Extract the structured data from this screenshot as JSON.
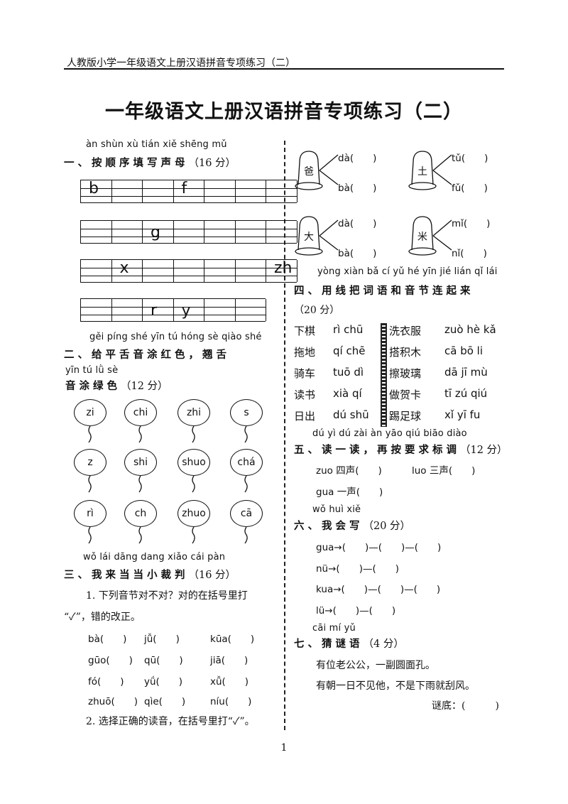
{
  "header": "人教版小学一年级语文上册汉语拼音专项练习（二）",
  "title": "一年级语文上册汉语拼音专项练习（二）",
  "page_number": "1",
  "s1": {
    "pinyin": "àn shùn xù tián xiě shēng mǔ",
    "heading": "一、按顺序填写声母",
    "score": "（16 分）",
    "rows": [
      [
        "b",
        "",
        "",
        "f",
        "",
        "",
        ""
      ],
      [
        "",
        "",
        "g",
        "",
        "",
        "",
        ""
      ],
      [
        "",
        "x",
        "",
        "",
        "",
        "",
        "zh"
      ],
      [
        "",
        "",
        "r",
        "y",
        "",
        ""
      ]
    ]
  },
  "s2": {
    "pinyin1": "gěi píng shé yīn tú hóng sè   qiào shé",
    "heading1": "二、给平舌音涂红色，翘舌",
    "pinyin2": "yīn tú lǜ sè",
    "heading2": "音涂绿色",
    "score": "（12 分）",
    "balloons": [
      "zi",
      "chi",
      "zhi",
      "s",
      "z",
      "shi",
      "shuo",
      "chá",
      "rì",
      "ch",
      "zhuo",
      "cā"
    ]
  },
  "s3": {
    "pinyin": "wǒ lái dāng dang xiǎo cái pàn",
    "heading": "三、我来当当小裁判",
    "score": "（16 分）",
    "q1a": "1. 下列音节对不对？对的在括号里打",
    "q1b": "“✓”，错的改正。",
    "items": [
      [
        "bà(　　)",
        "jǚ(　　)",
        "kūa(　　)"
      ],
      [
        "gūo(　　)",
        "qū(　　)",
        "jiā(　　)"
      ],
      [
        "fó(　　)",
        "yǘ(　　)",
        "xǚ(　　)"
      ],
      [
        "zhuō(　　)",
        "qìe(　　)",
        "níu(　　)"
      ]
    ],
    "q2": "2. 选择正确的读音，在括号里打“✓”。"
  },
  "bells": [
    {
      "char": "爸",
      "opts": [
        "dà(　　)",
        "bà(　　)"
      ]
    },
    {
      "char": "土",
      "opts": [
        "tǔ(　　)",
        "fǔ(　　)"
      ]
    },
    {
      "char": "大",
      "opts": [
        "dà(　　)",
        "bà(　　)"
      ]
    },
    {
      "char": "米",
      "opts": [
        "mǐ(　　)",
        "nǐ(　　)"
      ]
    }
  ],
  "s4": {
    "pinyin": "yòng xiàn bǎ cí yǔ hé yīn jié lián qǐ lái",
    "heading": "四、用线把词语和音节连起来",
    "score": "（20 分）",
    "rows": [
      [
        "下棋",
        "rì chū",
        "洗衣服",
        "zuò hè kǎ"
      ],
      [
        "拖地",
        "qí chē",
        "搭积木",
        "cā bō li"
      ],
      [
        "骑车",
        "tuō dì",
        "擦玻璃",
        "dā jī mù"
      ],
      [
        "读书",
        "xià qí",
        "做贺卡",
        "tī zú qiú"
      ],
      [
        "日出",
        "dú shū",
        "踢足球",
        "xǐ yī fu"
      ]
    ]
  },
  "s5": {
    "pinyin": "dú yì dú   zài àn yāo qiú biāo diào",
    "heading": "五、读一读，再按要求标调",
    "score": "（12 分）",
    "line1a": "zuo 四声(　　)",
    "line1b": "luo 三声(　　)",
    "line2": "gua 一声(　　)"
  },
  "s6": {
    "pinyin": "wǒ huì xiě",
    "heading": "六、我会写",
    "score": "（20 分）",
    "lines": [
      "gua→(　　)—(　　)—(　　)",
      "nü→(　　)—(　　)",
      "kua→(　　)—(　　)—(　　)",
      "lü→(　　)—(　　)"
    ]
  },
  "s7": {
    "pinyin": "cāi mí yǔ",
    "heading": "七、猜谜语",
    "score": "（4 分）",
    "line1": "有位老公公，一副圆面孔。",
    "line2": "有朝一日不见他，不是下雨就刮风。",
    "answer": "谜底：(　　　)"
  }
}
